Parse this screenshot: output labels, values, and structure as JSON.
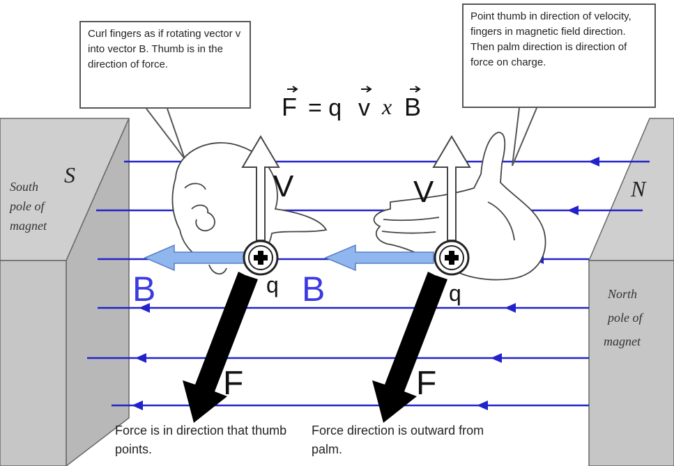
{
  "callouts": {
    "left": "Curl fingers as if rotating vector v into vector B. Thumb is in the direction of force.",
    "right": "Point thumb in direction of velocity, fingers in magnetic field direction. Then palm direction is direction of force on charge."
  },
  "equation": {
    "F": "F",
    "equals_q": "= q",
    "v": "v",
    "cross": "x",
    "B": "B"
  },
  "magnets": {
    "south_letter": "S",
    "south_desc": [
      "South",
      "pole of",
      "magnet"
    ],
    "north_letter": "N",
    "north_desc": [
      "North",
      "pole of",
      "magnet"
    ]
  },
  "labels": {
    "velocity": "V",
    "field": "B",
    "charge": "q",
    "force": "F"
  },
  "captions": {
    "left": "Force is in direction that thumb points.",
    "right": "Force direction is outward from palm."
  },
  "colors": {
    "field_line": "#2222cc",
    "field_arrow": "#8fb6ee",
    "magnet_face": "#c9c9c9",
    "force_arrow": "#000000"
  }
}
